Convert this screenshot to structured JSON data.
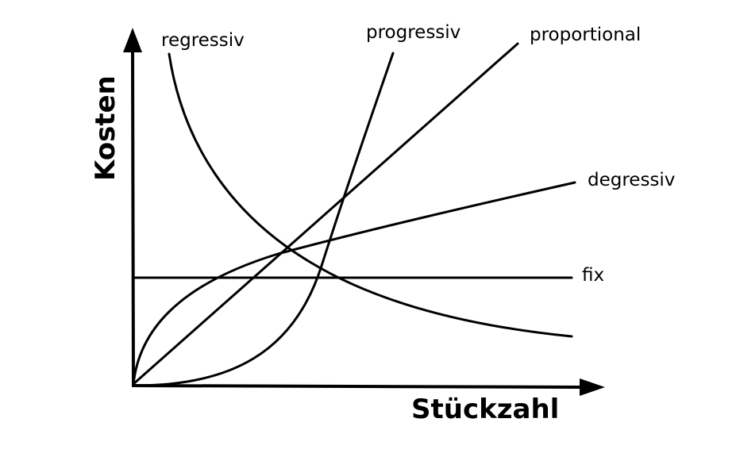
{
  "axes": {
    "x_label": "Stückzahl",
    "y_label": "Kosten"
  },
  "curves": {
    "regressive": "regressiv",
    "progressive": "progressiv",
    "proportional": "proportional",
    "degressive": "degressiv",
    "fixed": "fix"
  },
  "colors": {
    "stroke": "#000000",
    "background": "#ffffff"
  }
}
